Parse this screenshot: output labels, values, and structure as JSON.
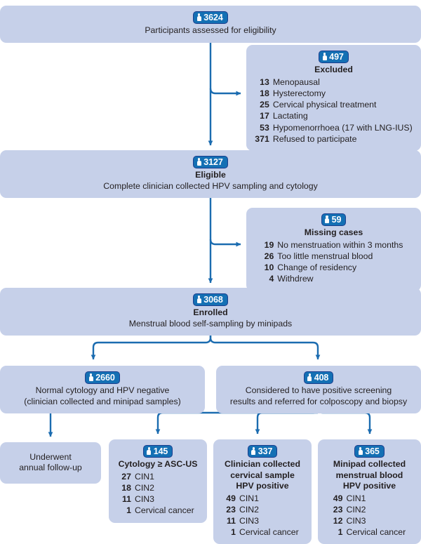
{
  "theme": {
    "box_fill": "#c6d0e9",
    "badge_fill": "#1470b4",
    "badge_border": "#1b3f8f",
    "connector": "#1b6cb0",
    "text": "#231f20",
    "page_background": "#ffffff"
  },
  "icon": {
    "person": "person-icon"
  },
  "flow": {
    "assessed": {
      "count": "3624",
      "title": "Participants assessed for eligibility"
    },
    "excluded": {
      "count": "497",
      "title": "Excluded",
      "items": [
        {
          "n": "13",
          "label": "Menopausal"
        },
        {
          "n": "18",
          "label": "Hysterectomy"
        },
        {
          "n": "25",
          "label": "Cervical physical treatment"
        },
        {
          "n": "17",
          "label": "Lactating"
        },
        {
          "n": "53",
          "label": "Hypomenorrhoea (17 with LNG-IUS)"
        },
        {
          "n": "371",
          "label": "Refused to participate"
        }
      ]
    },
    "eligible": {
      "count": "3127",
      "title": "Eligible",
      "subtitle": "Complete clinician collected HPV sampling and cytology"
    },
    "missing": {
      "count": "59",
      "title": "Missing cases",
      "items": [
        {
          "n": "19",
          "label": "No menstruation within 3 months"
        },
        {
          "n": "26",
          "label": "Too little menstrual blood"
        },
        {
          "n": "10",
          "label": "Change of residency"
        },
        {
          "n": "4",
          "label": "Withdrew"
        }
      ]
    },
    "enrolled": {
      "count": "3068",
      "title": "Enrolled",
      "subtitle": "Menstrual blood self-sampling by minipads"
    },
    "negative": {
      "count": "2660",
      "line1": "Normal cytology and HPV negative",
      "line2": "(clinician collected and minipad samples)"
    },
    "positive": {
      "count": "408",
      "line1": "Considered to have positive screening",
      "line2": "results and referred for colposcopy and biopsy"
    },
    "followup": {
      "line1": "Underwent",
      "line2": "annual follow-up"
    },
    "cytology": {
      "count": "145",
      "title": "Cytology ≥ ASC-US",
      "items": [
        {
          "n": "27",
          "label": "CIN1"
        },
        {
          "n": "18",
          "label": "CIN2"
        },
        {
          "n": "11",
          "label": "CIN3"
        },
        {
          "n": "1",
          "label": "Cervical cancer"
        }
      ]
    },
    "clinician": {
      "count": "337",
      "title_line1": "Clinician collected",
      "title_line2": "cervical sample",
      "title_line3": "HPV positive",
      "items": [
        {
          "n": "49",
          "label": "CIN1"
        },
        {
          "n": "23",
          "label": "CIN2"
        },
        {
          "n": "11",
          "label": "CIN3"
        },
        {
          "n": "1",
          "label": "Cervical cancer"
        }
      ]
    },
    "minipad": {
      "count": "365",
      "title_line1": "Minipad collected",
      "title_line2": "menstrual blood",
      "title_line3": "HPV positive",
      "items": [
        {
          "n": "49",
          "label": "CIN1"
        },
        {
          "n": "23",
          "label": "CIN2"
        },
        {
          "n": "12",
          "label": "CIN3"
        },
        {
          "n": "1",
          "label": "Cervical cancer"
        }
      ]
    }
  }
}
